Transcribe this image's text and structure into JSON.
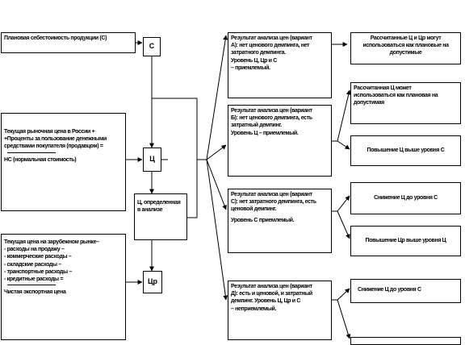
{
  "left": {
    "cost_box": "Плановая себестоимость продукции (С)",
    "domestic_box": {
      "lines": [
        "Текущая рыночная цена в России +",
        "+Проценты за пользование денежными",
        "средствами покупателя (продавцом) =",
        "НС (нормальная стоимость)"
      ]
    },
    "export_box": {
      "lines": [
        "Текущая цена на зарубежном рынке–",
        "- расходы на продажу –",
        "- коммерческие расходы –",
        "- складские расходы –",
        "- транспортные расходы –",
        "- кредитные расходы =",
        "Чистая экспортная цена"
      ]
    }
  },
  "center": {
    "c_label": "С",
    "ts_label": "Ц",
    "tsr_label": "Цр",
    "interval_box": "Ц, определенная в анализе"
  },
  "results": [
    {
      "lines": [
        "Результат анализа цен (вариант",
        "А): нет ценового демпинга, нет",
        "затратного демпинга.",
        "Уровень Ц, Цр и С",
        "– приемлемый."
      ]
    },
    {
      "lines": [
        "Результат анализа цен (вариант",
        "Б): нет ценового демпинга, есть",
        "затратный демпинг.",
        "Уровень Ц – приемлемый."
      ]
    },
    {
      "lines": [
        "Результат анализа цен (вариант",
        "С): нет затратного демпинга, есть",
        "ценовой демпинг.",
        "Уровень С приемлемый."
      ]
    },
    {
      "lines": [
        "Результат анализа цен (вариант",
        "Д): есть и ценовой, и затратный",
        "демпинг. Уровень Ц, Цр и С",
        "– неприемлемый."
      ]
    }
  ],
  "actions": [
    {
      "lines": [
        "Рассчитанные Ц и Цр могут",
        "использоваться как плановые на",
        "допустимые"
      ]
    },
    {
      "lines": [
        "Рассчитанная Ц может",
        "использоваться как плановая на",
        "допустимая"
      ]
    },
    {
      "lines": [
        "Повышение Ц выше уровня С"
      ]
    },
    {
      "lines": [
        "Снижение Ц до уровня С"
      ]
    },
    {
      "lines": [
        "Повышение Цр выше уровня Ц"
      ]
    },
    {
      "lines": [
        "Снижение Ц до уровня С"
      ]
    },
    {
      "lines": [
        ""
      ]
    }
  ]
}
